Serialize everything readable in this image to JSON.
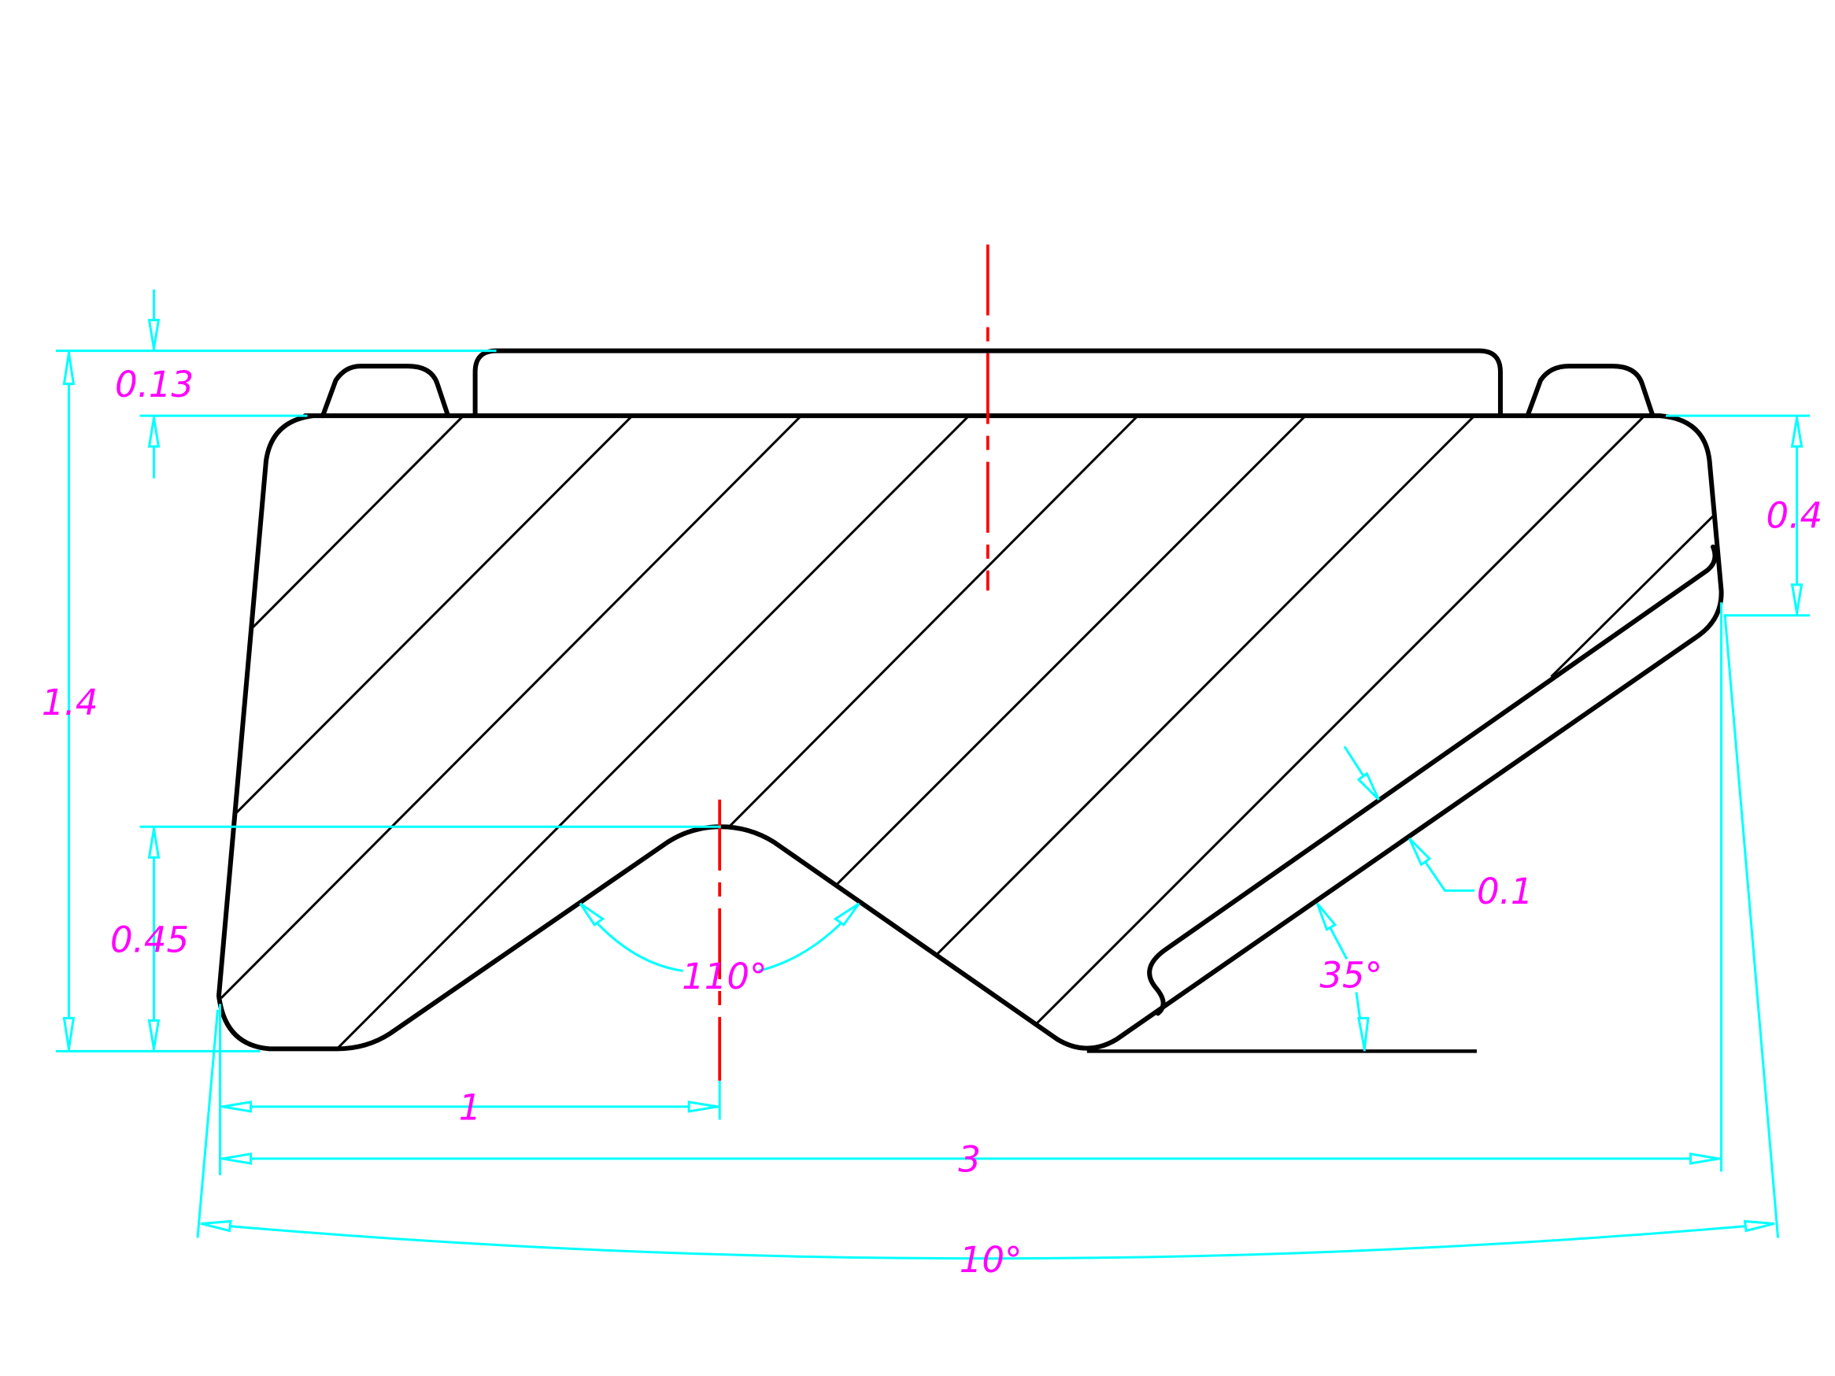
{
  "drawing": {
    "colors": {
      "outline": "#000000",
      "dimension": "#00ffff",
      "text": "#ff00ff",
      "centerline": "#ff0000"
    },
    "dimensions": {
      "top_step": "0.13",
      "total_height": "1.4",
      "right_height": "0.4",
      "groove_depth": "0.45",
      "groove_angle": "110°",
      "groove_offset": "1",
      "total_width": "3",
      "taper_angle": "10°",
      "slot_width": "0.1",
      "slot_angle": "35°"
    }
  }
}
